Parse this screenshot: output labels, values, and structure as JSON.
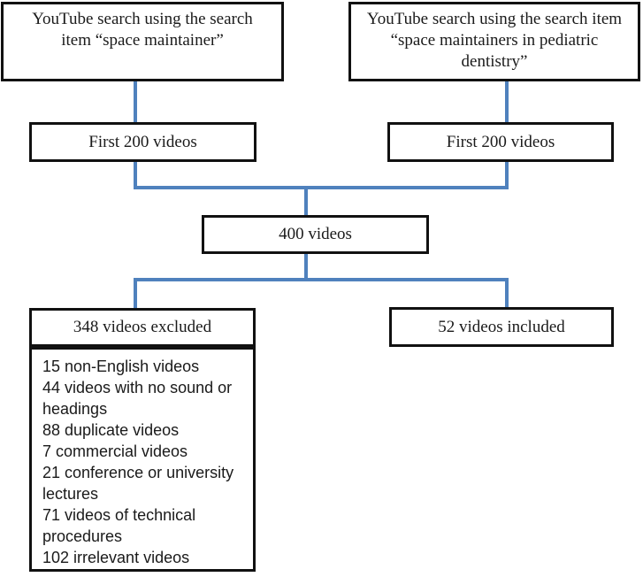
{
  "flowchart": {
    "title_hint": "YouTube video selection flow diagram",
    "colors": {
      "connector_blue": "#4f81bd",
      "box_border": "#111111",
      "background": "#ffffff",
      "text": "#1a1a1a"
    },
    "nodes": {
      "search_left": "YouTube search using the search item “space maintainer”",
      "search_right": "YouTube search using the search item “space maintainers in pediatric dentistry”",
      "first200_left": "First 200 videos",
      "first200_right": "First 200 videos",
      "total": "400 videos",
      "excluded": "348 videos excluded",
      "included": "52 videos included"
    },
    "exclusion_list": [
      "15 non-English videos",
      "44 videos with no sound or headings",
      "88 duplicate videos",
      "7 commercial videos",
      "21 conference or university lectures",
      "71 videos of technical procedures",
      "102 irrelevant videos"
    ]
  }
}
